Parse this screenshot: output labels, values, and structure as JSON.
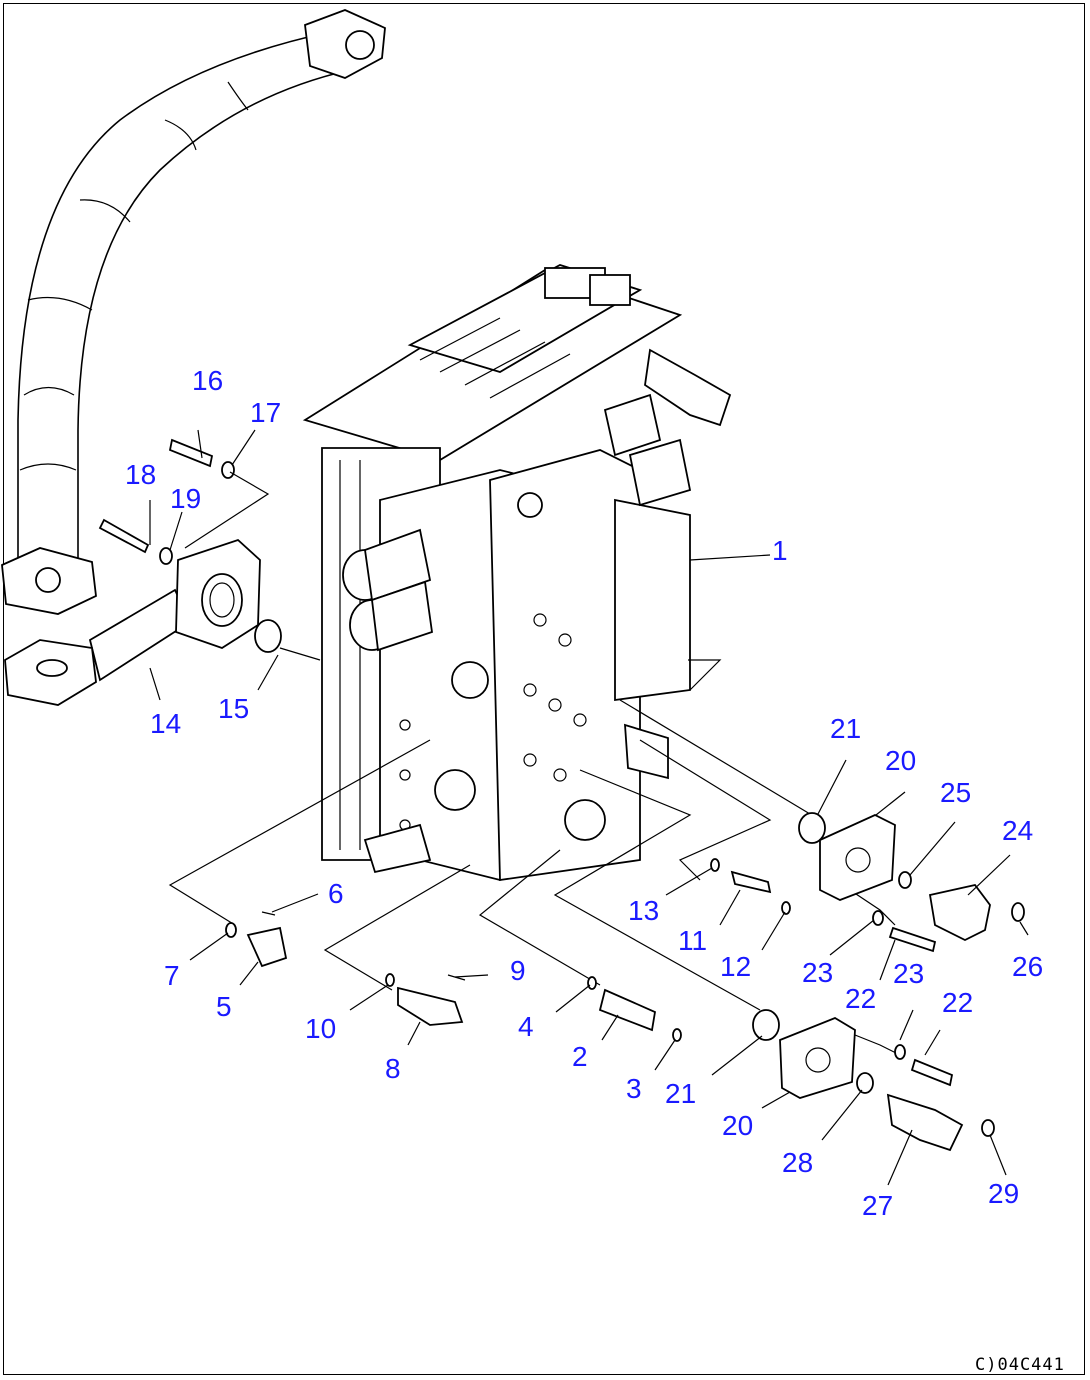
{
  "diagram": {
    "drawing_code": "C)04C441",
    "callouts": [
      "1",
      "2",
      "3",
      "4",
      "5",
      "6",
      "7",
      "8",
      "9",
      "10",
      "11",
      "12",
      "13",
      "14",
      "15",
      "16",
      "17",
      "18",
      "19",
      "20",
      "20",
      "21",
      "21",
      "22",
      "22",
      "23",
      "23",
      "24",
      "25",
      "26",
      "27",
      "28",
      "29"
    ]
  },
  "colors": {
    "callout_text": "#1a1aff",
    "line_art": "#000000",
    "background": "#ffffff"
  }
}
